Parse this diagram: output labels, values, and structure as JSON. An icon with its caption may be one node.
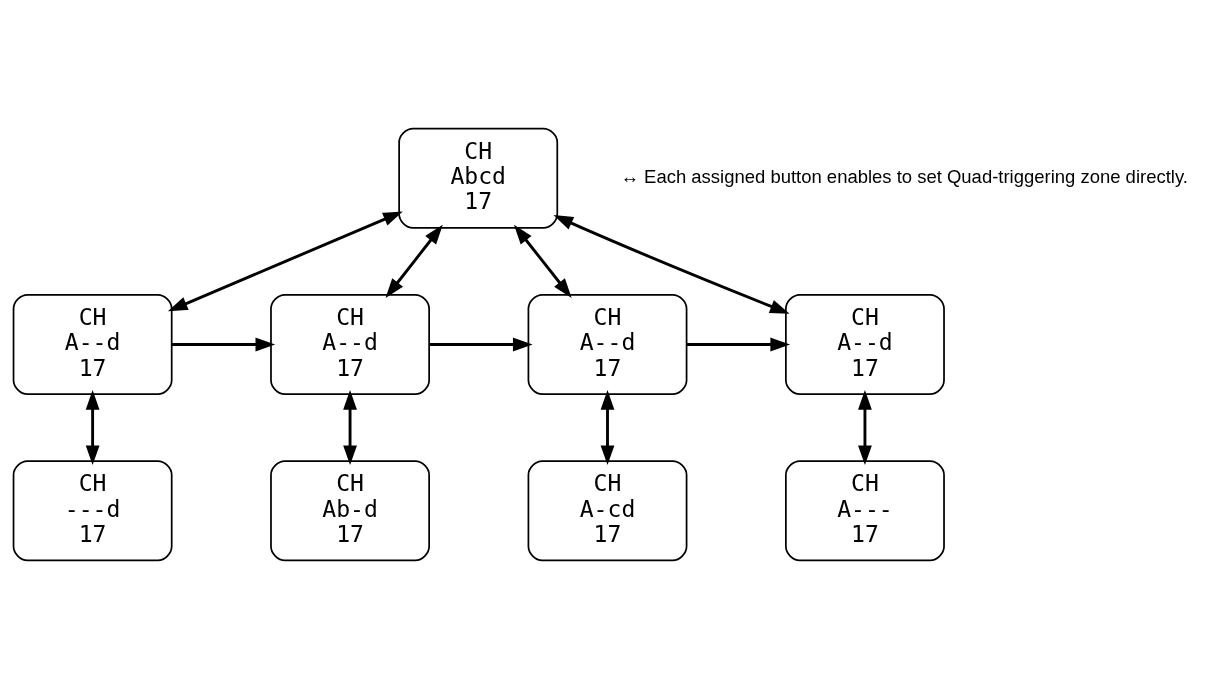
{
  "diagram": {
    "nodes": [
      {
        "text": [
          "CH",
          "Abcd",
          "17"
        ]
      },
      {
        "text": [
          "CH",
          "A--d",
          "17"
        ]
      },
      {
        "text": [
          "CH",
          "A--d",
          "17"
        ]
      },
      {
        "text": [
          "CH",
          "A--d",
          "17"
        ]
      },
      {
        "text": [
          "CH",
          "A--d",
          "17"
        ]
      },
      {
        "text": [
          "CH",
          "---d",
          "17"
        ]
      },
      {
        "text": [
          "CH",
          "Ab-d",
          "17"
        ]
      },
      {
        "text": [
          "CH",
          "A-cd",
          "17"
        ]
      },
      {
        "text": [
          "CH",
          "A---",
          "17"
        ]
      }
    ],
    "edges": [
      {
        "from": 0,
        "to": 1,
        "arrow": "both"
      },
      {
        "from": 0,
        "to": 2,
        "arrow": "both"
      },
      {
        "from": 0,
        "to": 3,
        "arrow": "both"
      },
      {
        "from": 0,
        "to": 4,
        "arrow": "both"
      },
      {
        "from": 1,
        "to": 2,
        "arrow": "to"
      },
      {
        "from": 2,
        "to": 3,
        "arrow": "to"
      },
      {
        "from": 3,
        "to": 4,
        "arrow": "to"
      },
      {
        "from": 1,
        "to": 5,
        "arrow": "both"
      },
      {
        "from": 2,
        "to": 6,
        "arrow": "both"
      },
      {
        "from": 3,
        "to": 7,
        "arrow": "both"
      },
      {
        "from": 4,
        "to": 8,
        "arrow": "both"
      }
    ],
    "labels": [
      "↔ Each assigned button enables to set Quad-triggering zone directly."
    ]
  }
}
